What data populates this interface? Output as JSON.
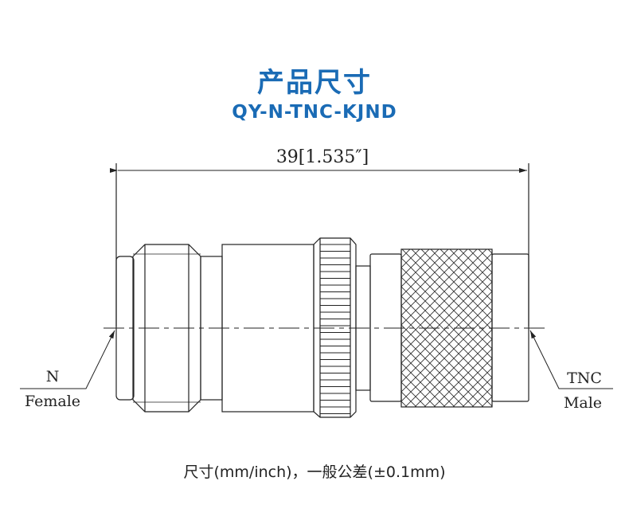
{
  "header": {
    "title": "产品尺寸",
    "model": "QY-N-TNC-KJND"
  },
  "drawing": {
    "overall_length": "39[1.535″]",
    "left_end": {
      "line1": "N",
      "line2": "Female"
    },
    "right_end": {
      "line1": "TNC",
      "line2": "Male"
    },
    "line_color": "#222222"
  },
  "footer": {
    "note": "尺寸(mm/inch)，一般公差(±0.1mm)"
  },
  "colors": {
    "accent": "#1a6bb5"
  }
}
